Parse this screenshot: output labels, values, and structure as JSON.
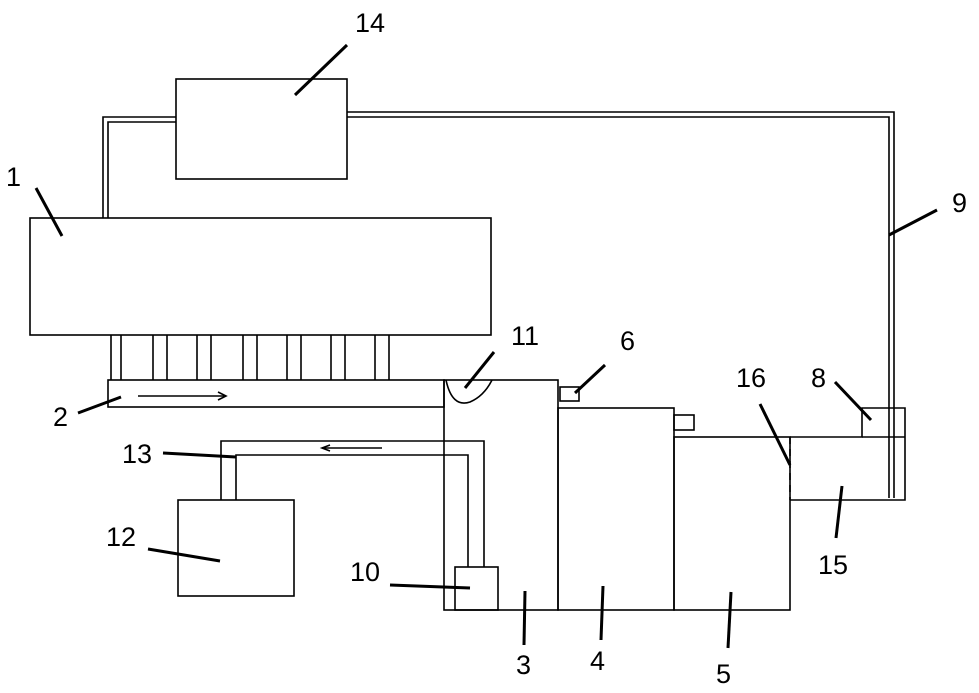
{
  "labels": {
    "l1": "1",
    "l2": "2",
    "l3": "3",
    "l4": "4",
    "l5": "5",
    "l6": "6",
    "l8": "8",
    "l9": "9",
    "l10": "10",
    "l11": "11",
    "l12": "12",
    "l13": "13",
    "l14": "14",
    "l15": "15",
    "l16": "16"
  },
  "colors": {
    "stroke": "#000000",
    "background": "#ffffff"
  }
}
